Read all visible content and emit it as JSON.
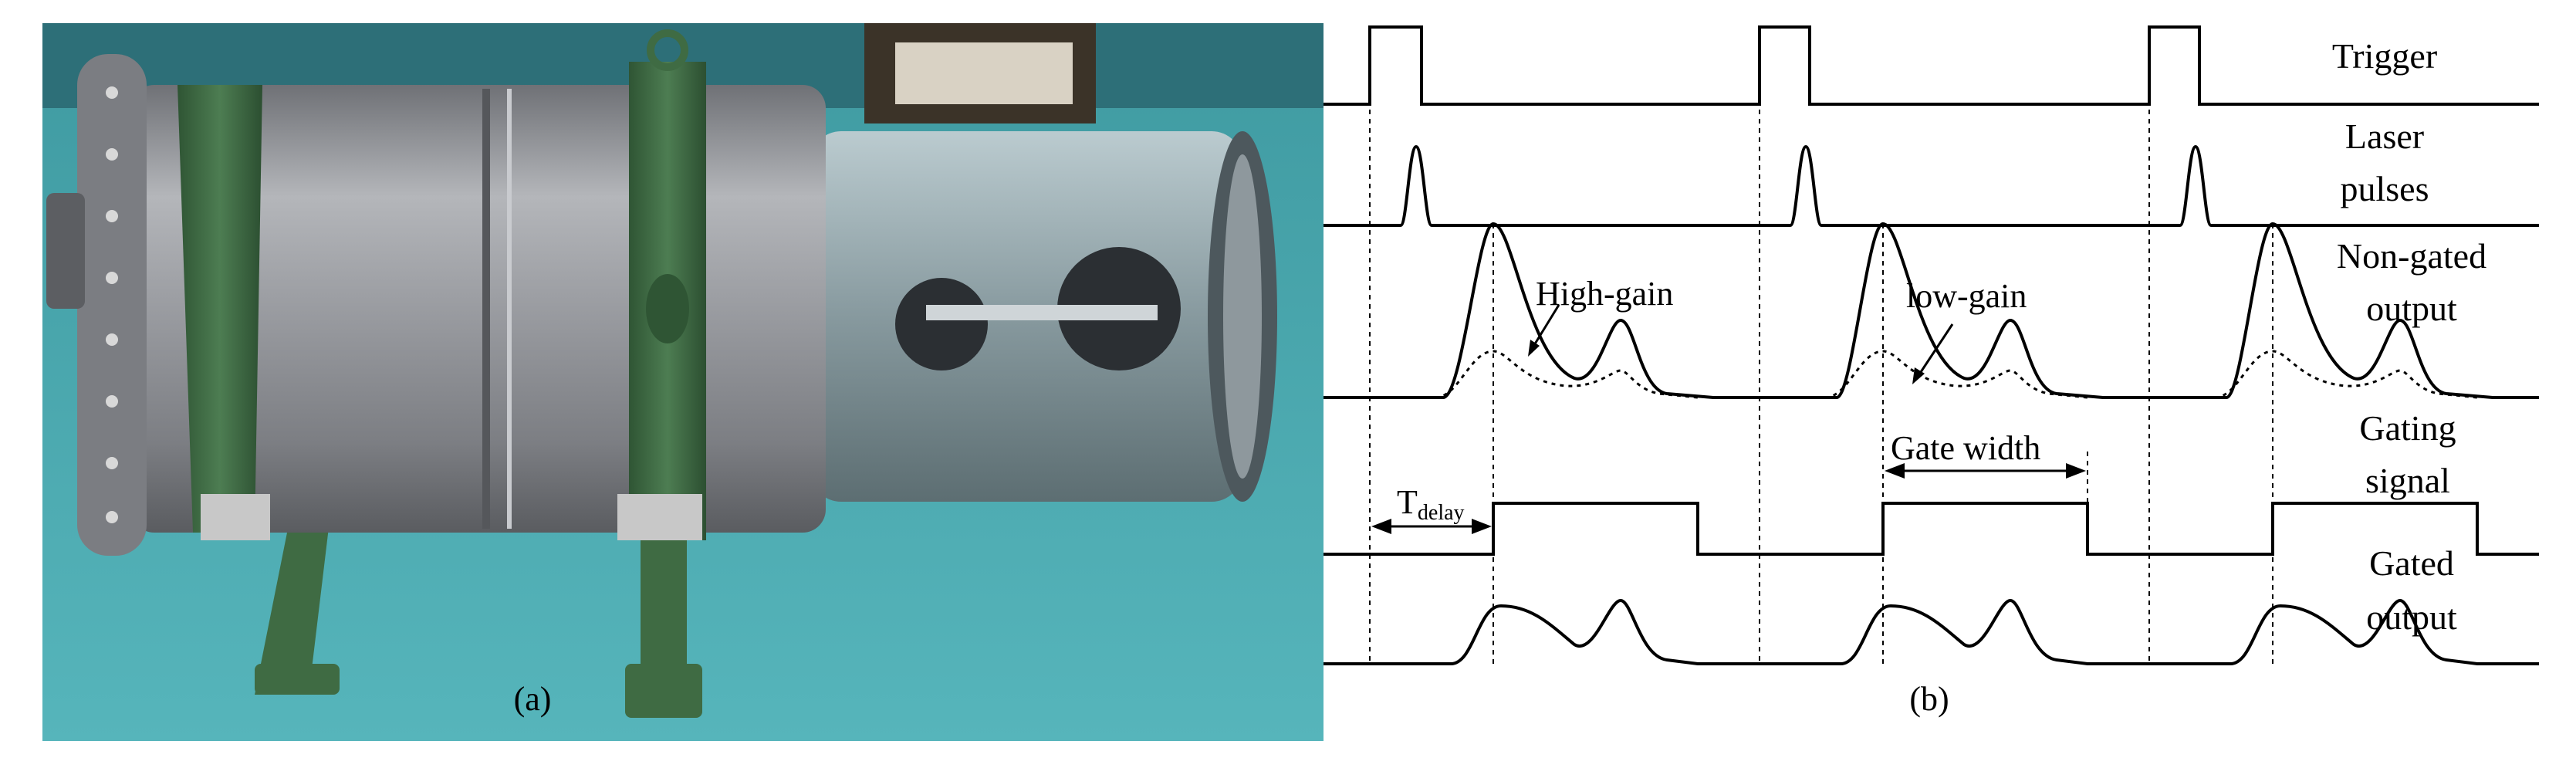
{
  "panel_a": {
    "label": "(a)"
  },
  "panel_b": {
    "label": "(b)",
    "rows": [
      {
        "key": "trigger",
        "lines": [
          "Trigger"
        ]
      },
      {
        "key": "laser",
        "lines": [
          "Laser",
          "pulses"
        ]
      },
      {
        "key": "nongated",
        "lines": [
          "Non-gated",
          "output"
        ]
      },
      {
        "key": "gating",
        "lines": [
          "Gating",
          "signal"
        ]
      },
      {
        "key": "gated",
        "lines": [
          "Gated",
          "output"
        ]
      }
    ],
    "annotations": {
      "high_gain": "High-gain",
      "low_gain": "low-gain",
      "gate_width": "Gate width",
      "t_delay_main": "T",
      "t_delay_sub": "delay"
    }
  },
  "colors": {
    "background": "#ffffff",
    "bench": "#49aab0",
    "steel": "#8f9196",
    "strap": "#3f6b43",
    "line": "#000000"
  }
}
